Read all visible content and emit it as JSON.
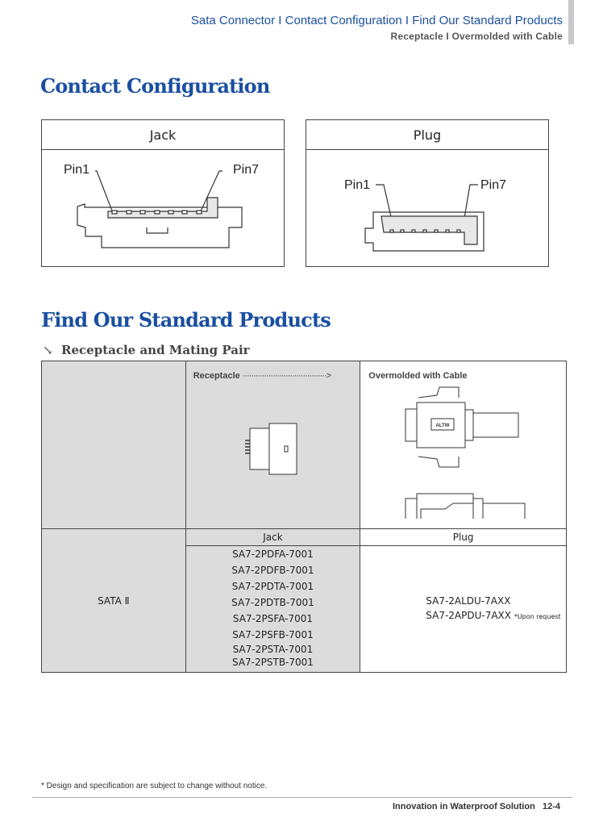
{
  "header": {
    "breadcrumb": "Sata Connector I Contact Configuration I Find Our Standard Products",
    "sub": "Receptacle I Overmolded with Cable"
  },
  "contact": {
    "title": "Contact Configuration",
    "jack": {
      "label": "Jack",
      "pin_first": "Pin1",
      "pin_last": "Pin7"
    },
    "plug": {
      "label": "Plug",
      "pin_first": "Pin1",
      "pin_last": "Pin7"
    }
  },
  "products": {
    "title": "Find Our Standard Products",
    "subtitle": "Receptacle and Mating Pair",
    "arrow_icon": "arrow-down-right-icon",
    "receptacle_label": "Receptacle",
    "overmolded_label": "Overmolded with Cable",
    "logo_text": "ALTW",
    "series": "SATA  Ⅱ",
    "jack_header": "Jack",
    "plug_header": "Plug",
    "jack_parts": [
      "SA7-2PDFA-7001",
      "SA7-2PDFB-7001",
      "SA7-2PDTA-7001",
      "SA7-2PDTB-7001",
      "SA7-2PSFA-7001",
      "SA7-2PSFB-7001",
      "SA7-2PSTA-7001",
      "SA7-2PSTB-7001"
    ],
    "plug_parts": [
      "SA7-2ALDU-7AXX",
      "SA7-2APDU-7AXX"
    ],
    "plug_note": "*Upon request"
  },
  "footer": {
    "note": "* Design and specification are subject to change without notice.",
    "slogan": "Innovation in Waterproof Solution",
    "page": "12-4"
  }
}
